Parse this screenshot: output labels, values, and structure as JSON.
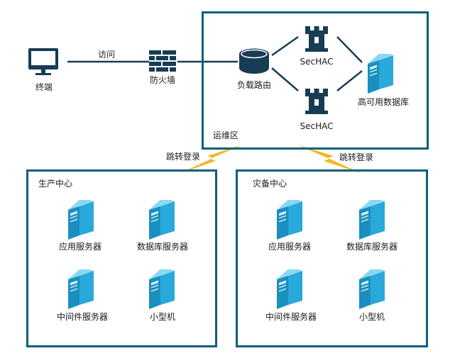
{
  "colors": {
    "frame": "#0e5f7a",
    "icon_dark": "#163d54",
    "server_blue": "#29a8db",
    "bolt": "#f2b823"
  },
  "labels": {
    "terminal": "终端",
    "access": "访问",
    "firewall": "防火墙",
    "load_balancer": "负载路由",
    "sechac_top": "SecHAC",
    "sechac_bottom": "SecHAC",
    "ha_database": "高可用数据库",
    "ops_zone": "运维区",
    "jump_login_left": "跳转登录",
    "jump_login_right": "跳转登录"
  },
  "production_center": {
    "title": "生产中心",
    "servers": [
      "应用服务器",
      "数据库服务器",
      "中间件服务器",
      "小型机"
    ]
  },
  "disaster_center": {
    "title": "灾备中心",
    "servers": [
      "应用服务器",
      "数据库服务器",
      "中间件服务器",
      "小型机"
    ]
  },
  "icons": {
    "terminal": "monitor-icon",
    "firewall": "brick-wall-icon",
    "load_balancer": "database-disk-icon",
    "sechac": "castle-tower-icon",
    "server": "server-tower-icon",
    "link": "lightning-bolt-icon"
  }
}
